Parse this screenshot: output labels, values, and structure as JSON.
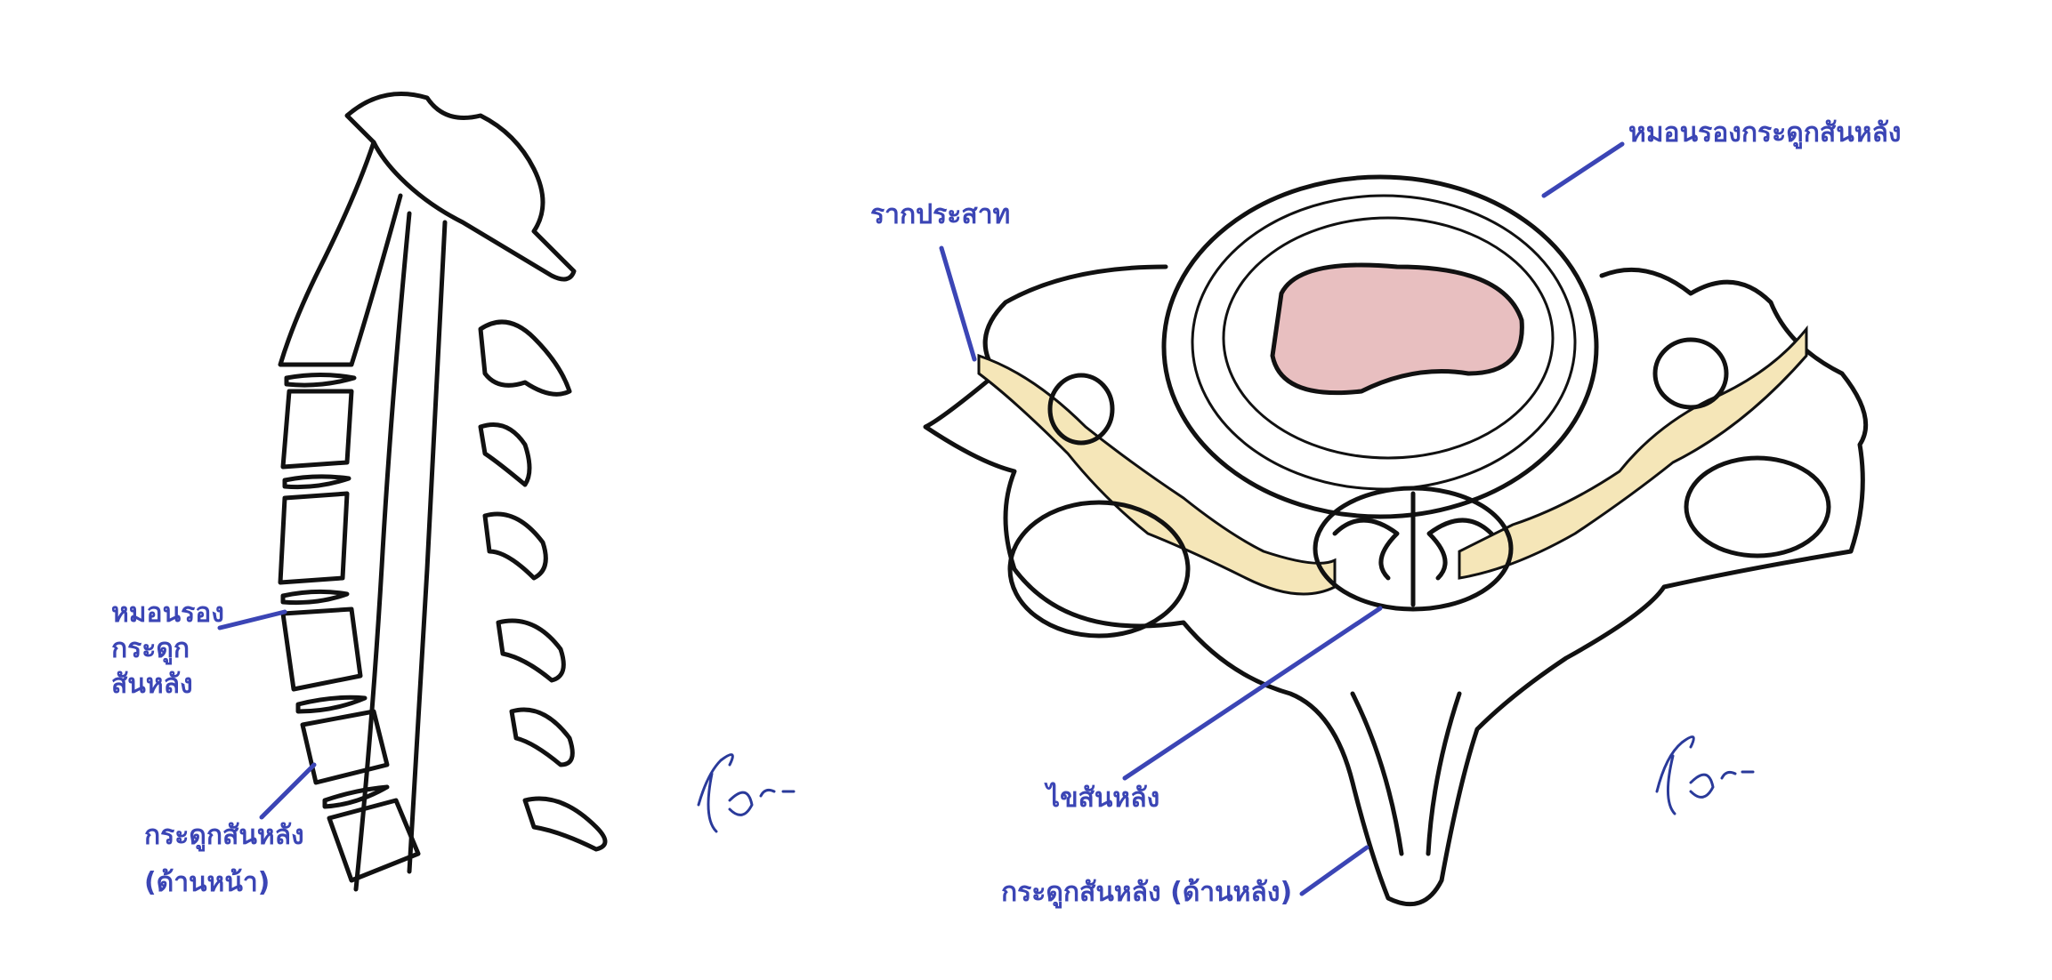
{
  "left_view": {
    "labels": {
      "disc_line1": "หมอนรอง",
      "disc_line2": "กระดูก",
      "disc_line3": "สันหลัง",
      "vertebra_line1": "กระดูกสันหลัง",
      "vertebra_line2": "(ด้านหน้า)"
    },
    "signature": "Cor."
  },
  "right_view": {
    "labels": {
      "disc": "หมอนรองกระดูกสันหลัง",
      "nerve_root": "รากประสาท",
      "spinal_cord": "ไขสันหลัง",
      "vertebra_posterior": "กระดูกสันหลัง (ด้านหลัง)"
    },
    "signature": "Cor."
  },
  "colors": {
    "label": "#3b45b5",
    "nucleus": "#e8bfc0",
    "nerve": "#f5e6b8"
  }
}
